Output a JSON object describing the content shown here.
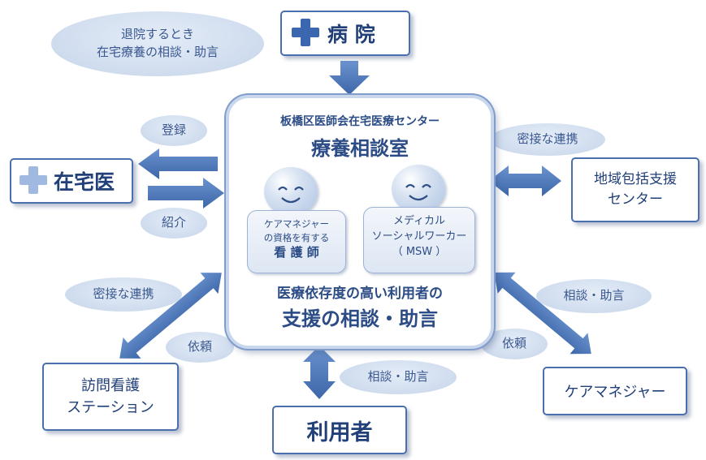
{
  "hospital": {
    "label": "病 院"
  },
  "zaitakui": {
    "label": "在宅医"
  },
  "houmon": {
    "line1": "訪問看護",
    "line2": "ステーション"
  },
  "riyousha": {
    "label": "利用者"
  },
  "chiiki": {
    "line1": "地域包括支援",
    "line2": "センター"
  },
  "caremanager": {
    "label": "ケアマネジャー"
  },
  "center": {
    "org": "板橋区医師会在宅医療センター",
    "name": "療養相談室",
    "nurse_card": {
      "line1": "ケアマネジャー",
      "line2": "の資格を有する",
      "line3": "看 護 師"
    },
    "msw_card": {
      "line1": "メディカル",
      "line2": "ソーシャルワーカー",
      "line3": "（ MSW ）"
    },
    "tagline1": "医療依存度の高い利用者の",
    "tagline2": "支援の相談・助言"
  },
  "labels": {
    "discharge_line1": "退院するとき",
    "discharge_line2": "在宅療養の相談・助言",
    "touroku": "登録",
    "shoukai": "紹介",
    "mitsusetsu_right": "密接な連携",
    "mitsusetsu_left": "密接な連携",
    "irai_left": "依頼",
    "soudan_bottom": "相談・助言",
    "soudan_right": "相談・助言",
    "irai_right": "依頼"
  },
  "colors": {
    "arrow": "#4f79bb",
    "box_border": "#4a6fae",
    "text": "#213f78",
    "oval": "#cfdcee"
  }
}
